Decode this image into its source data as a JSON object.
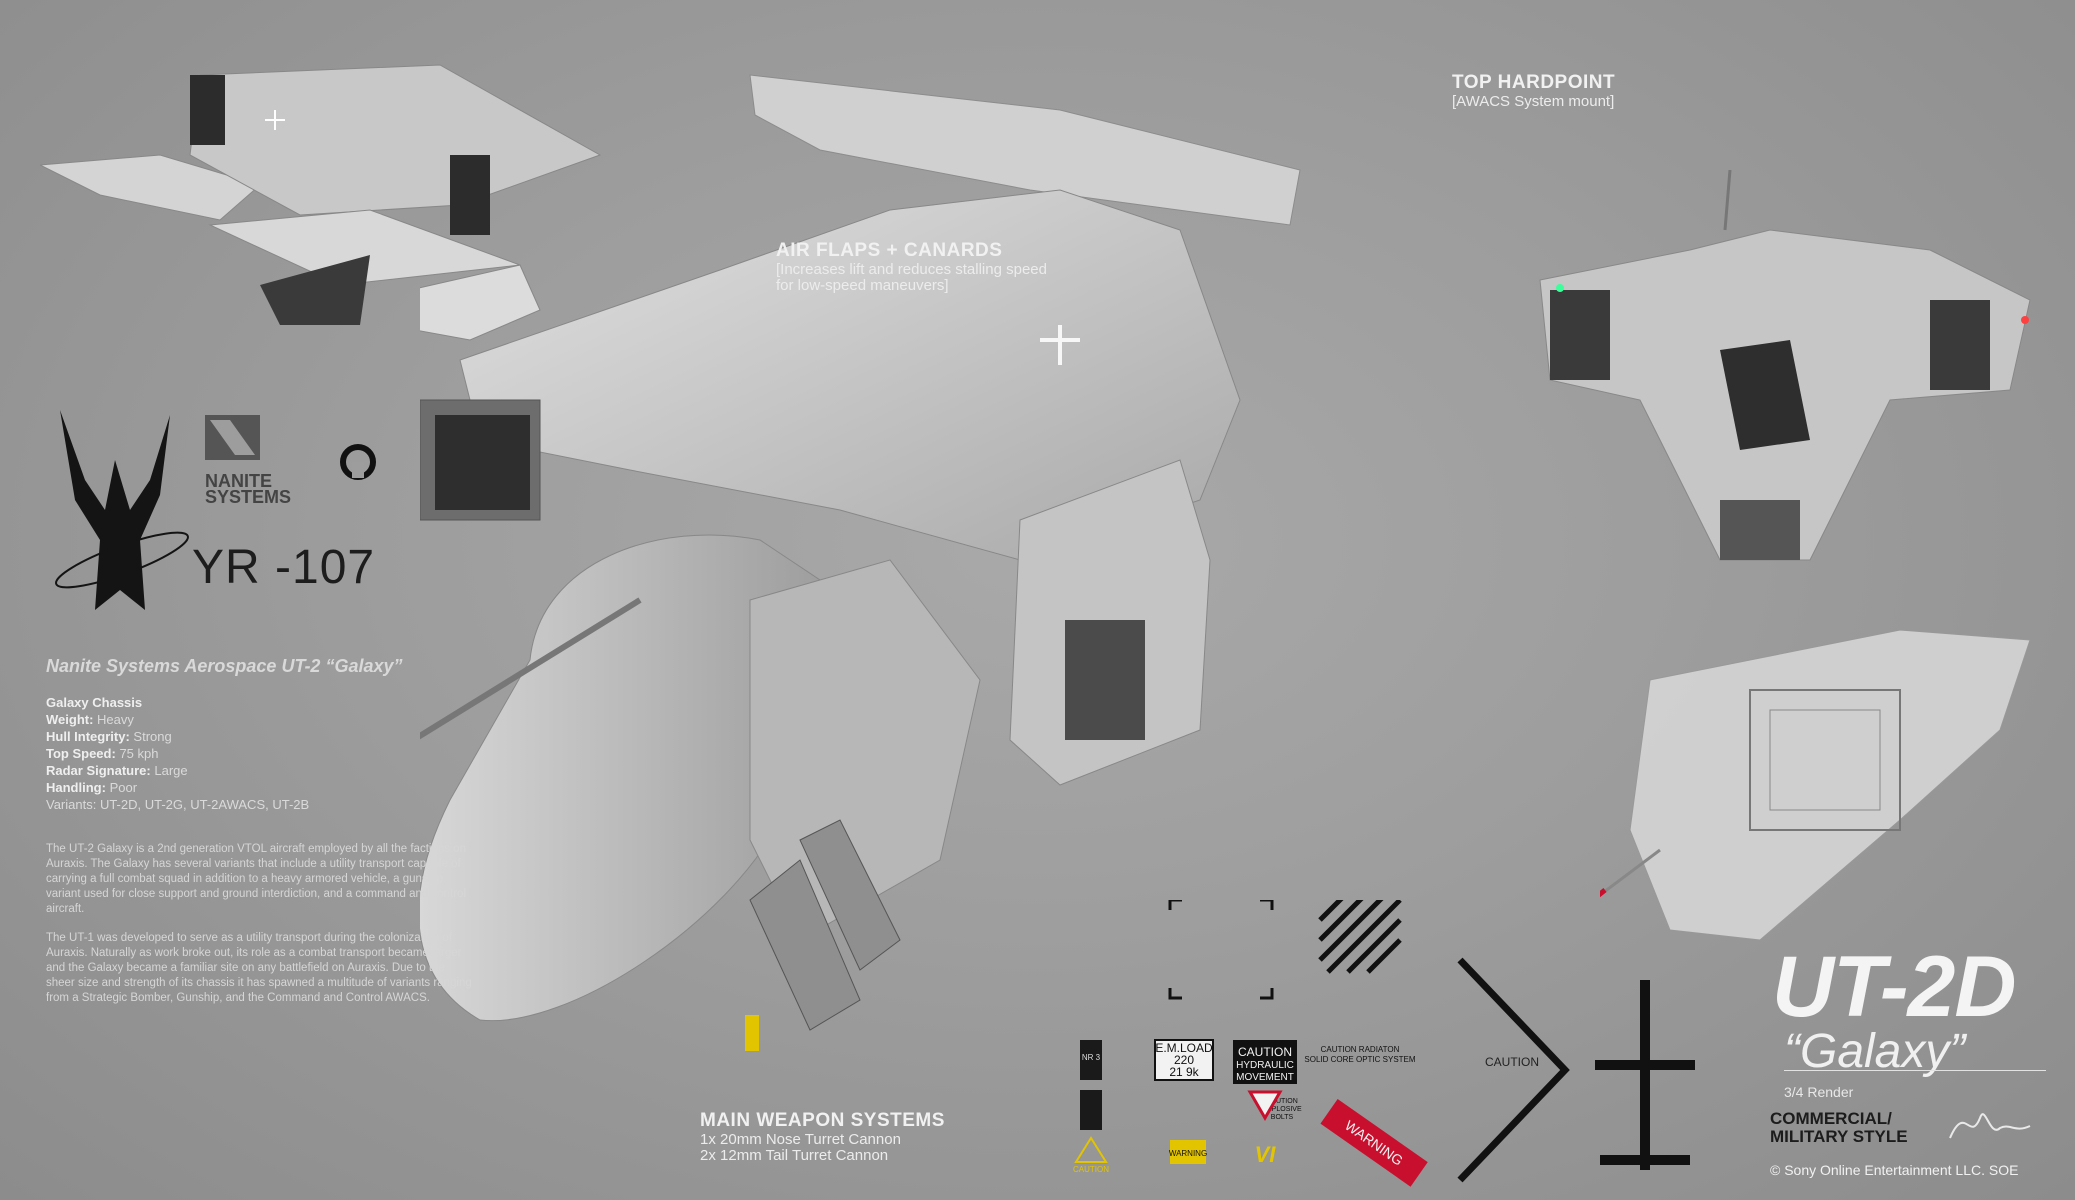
{
  "callouts": {
    "top_hardpoint": {
      "title": "TOP HARDPOINT",
      "sub": "[AWACS System mount]"
    },
    "air_flaps": {
      "title": "AIR FLAPS + CANARDS",
      "sub": "[Increases lift and reduces stalling speed for low-speed maneuvers]"
    },
    "main_weapons": {
      "title": "MAIN WEAPON SYSTEMS",
      "line1": "1x 20mm Nose Turret Cannon",
      "line2": "2x 12mm Tail Turret Cannon"
    }
  },
  "branding": {
    "nanite_line1": "NANITE",
    "nanite_line2": "SYSTEMS",
    "designation": "YR -107"
  },
  "specs": {
    "title": "Nanite Systems Aerospace UT-2 “Galaxy”",
    "chassis": "Galaxy Chassis",
    "weight_label": "Weight:",
    "weight": "Heavy",
    "hull_label": "Hull Integrity:",
    "hull": "Strong",
    "speed_label": "Top Speed:",
    "speed": "75 kph",
    "radar_label": "Radar Signature:",
    "radar": "Large",
    "handling_label": "Handling:",
    "handling": "Poor",
    "variants": "Variants: UT-2D, UT-2G, UT-2AWACS, UT-2B"
  },
  "description": {
    "p1": "The UT-2 Galaxy is a 2nd generation VTOL aircraft employed by all the factions on Auraxis. The Galaxy has several variants that include a utility transport capable of carrying a full combat squad in addition to a heavy armored vehicle, a gunship variant used for close support and ground interdiction, and a command and control aircraft.",
    "p2": "The UT-1 was developed to serve as a utility transport during the colonization of Auraxis. Naturally as work broke out, its role as a combat transport became larger and the Galaxy became a familiar site on any battlefield on Auraxis. Due to the sheer size and strength of its chassis it has spawned a multitude of variants ranging from a Strategic Bomber, Gunship, and the Command and Control AWACS."
  },
  "model": {
    "name": "UT-2D",
    "nickname": "“Galaxy”",
    "render": "3/4 Render",
    "style_line1": "COMMERCIAL/",
    "style_line2": "MILITARY STYLE",
    "copyright": "© Sony Online Entertainment LLC. SOE"
  },
  "decals": {
    "emload": [
      "E.M.LOAD",
      "220",
      "21  9k"
    ],
    "caution_hyd": [
      "CAUTION",
      "HYDRAULIC",
      "MOVEMENT"
    ],
    "caution_rad": [
      "CAUTION  RADIATON",
      "SOLID  CORE  OPTIC  SYSTEM"
    ],
    "warning": "WARNING",
    "caution_small": "CAUTION",
    "caution_expl": [
      "CAUTION",
      "EXPLOSIVE",
      "BOLTS"
    ],
    "warning_small": "WARNING",
    "vi": "VI",
    "nr3": "NR 3",
    "caution_arrow": "CAUTION"
  },
  "colors": {
    "background": "#9d9d9d",
    "hull": "#c9c9c9",
    "warning_red": "#c8102e",
    "caution_yellow": "#e3c400"
  }
}
